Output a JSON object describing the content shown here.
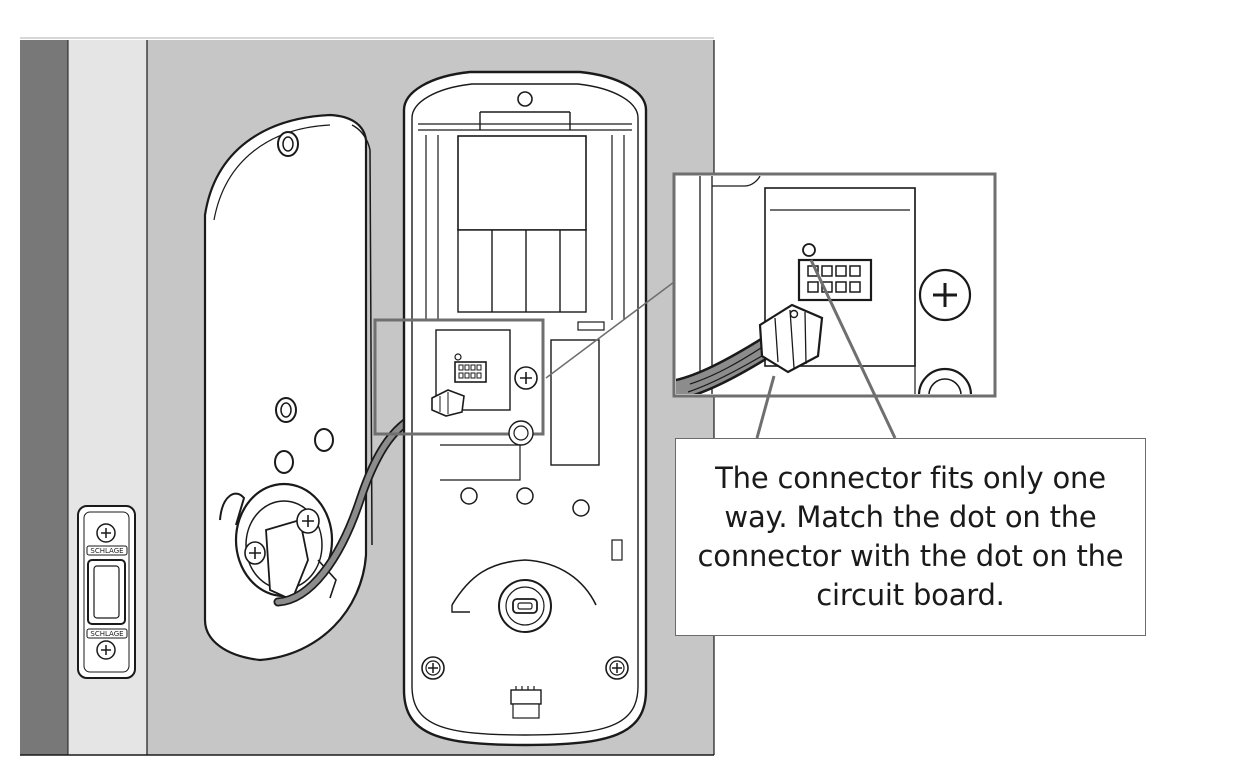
{
  "figure": {
    "kind": "installation-illustration",
    "callout": {
      "text": "The connector fits only one way. Match the dot on the connector with the dot on the circuit board."
    },
    "brand_stamp": "SCHLAGE",
    "icons": [
      "door-edge",
      "latch-plate",
      "interior-mounting-plate",
      "interior-lock-assembly",
      "circuit-board-connector",
      "cable-connector",
      "screw-icon",
      "zoom-inset",
      "usb-port"
    ],
    "colors": {
      "door_face": "#c6c6c6",
      "door_edge": "#e5e5e5",
      "door_edge_dark": "#787878",
      "line": "#1a1a1a",
      "part_fill": "#ffffff"
    }
  }
}
